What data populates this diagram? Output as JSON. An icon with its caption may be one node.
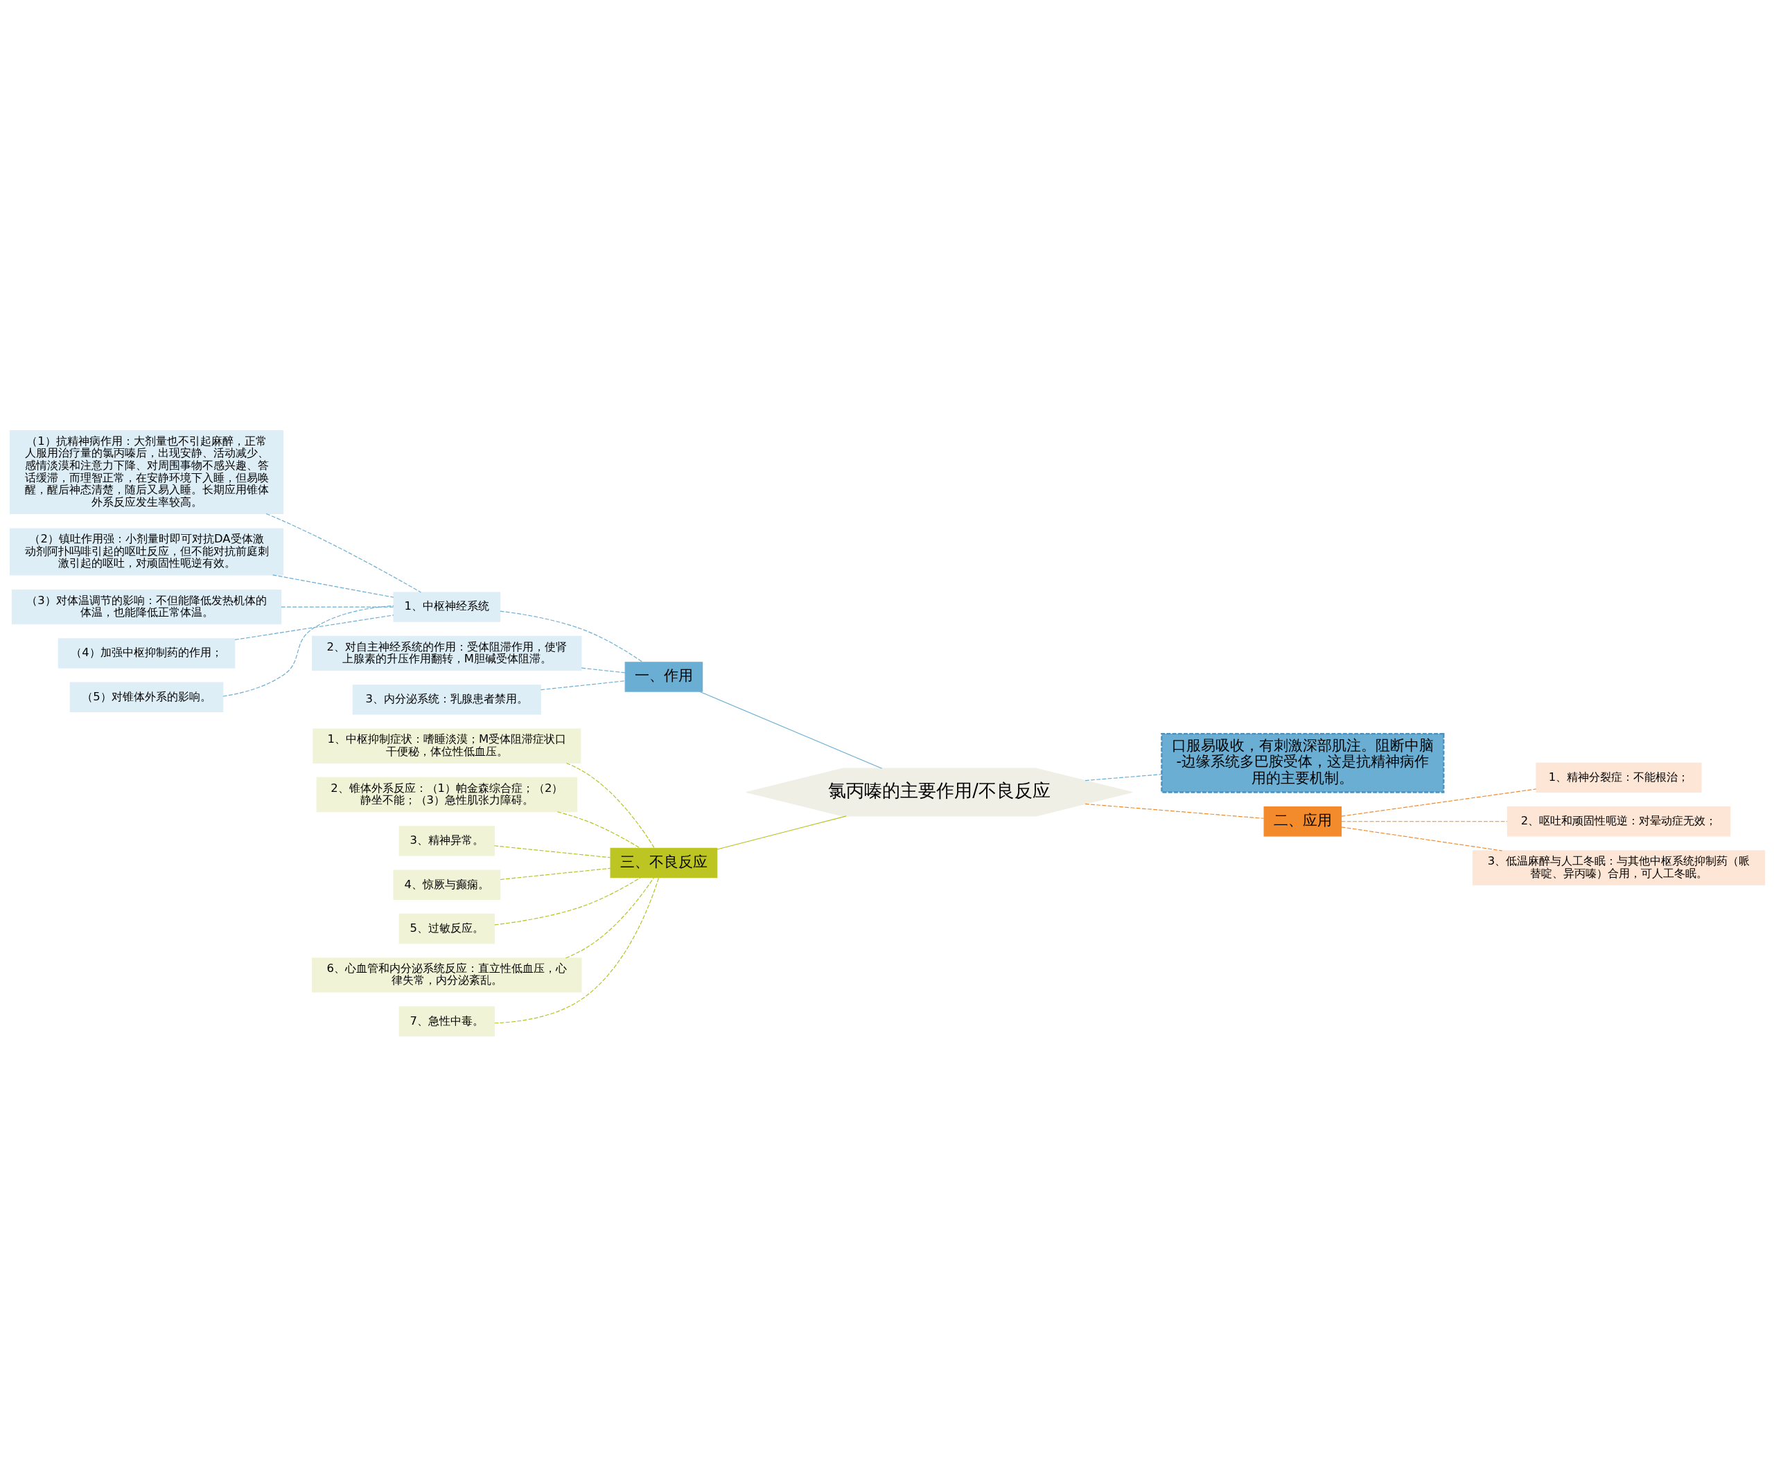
{
  "diagram": {
    "nodes": [
      {
        "text": [
          "氯丙嗪的主要作用/不良反应"
        ]
      },
      {
        "text": [
          "一、作用"
        ]
      },
      {
        "text": [
          "1、中枢神经系统"
        ]
      },
      {
        "text": [
          "（1）抗精神病作用：大剂量也不引起麻醉，正常人服用治疗量的氯丙嗪后，出现安静、活动减少、感情淡漠和注意力下降、对周围事物不感兴趣、答话缓滞，而理智正常，在安静环境下入睡，但易唤醒，醒后神态清楚，随后又易入睡。长期应用锥体外系反应发生率较高。"
        ]
      },
      {
        "text": [
          "（2）镇吐作用强：小剂量时即可对抗DA受体激动剂阿扑吗啡引起的呕吐反应，但不能对抗前庭刺激引起的呕吐，对顽固性呃逆有效。"
        ]
      },
      {
        "text": [
          "（3）对体温调节的影响：不但能降低发热机体的体温，也能降低正常体温。"
        ]
      },
      {
        "text": [
          "（4）加强中枢抑制药的作用；"
        ]
      },
      {
        "text": [
          "（5）对锥体外系的影响。"
        ]
      },
      {
        "text": [
          "2、对自主神经系统的作用：受体阻滞作用，使肾上腺素的升压作用翻转，M胆碱受体阻滞。"
        ]
      },
      {
        "text": [
          "3、内分泌系统：乳腺患者禁用。"
        ]
      },
      {
        "text": [
          "三、不良反应"
        ]
      },
      {
        "text": [
          "1、中枢抑制症状：嗜睡淡漠；M受体阻滞症状口干便秘，体位性低血压。"
        ]
      },
      {
        "text": [
          "2、锥体外系反应：（1）帕金森综合症；（2）静坐不能；（3）急性肌张力障碍。"
        ]
      },
      {
        "text": [
          "3、精神异常。"
        ]
      },
      {
        "text": [
          "4、惊厥与癫痫。"
        ]
      },
      {
        "text": [
          "5、过敏反应。"
        ]
      },
      {
        "text": [
          "6、心血管和内分泌系统反应：直立性低血压，心律失常，内分泌紊乱。"
        ]
      },
      {
        "text": [
          "7、急性中毒。"
        ]
      },
      {
        "text": [
          "口服易吸收，有刺激深部肌注。阻断中脑-边缘系统多巴胺受体，这是抗精神病作用的主要机制。"
        ]
      },
      {
        "text": [
          "二、应用"
        ]
      },
      {
        "text": [
          "1、精神分裂症：不能根治；"
        ]
      },
      {
        "text": [
          "2、呕吐和顽固性呃逆：对晕动症无效；"
        ]
      },
      {
        "text": [
          "3、低温麻醉与人工冬眠：与其他中枢系统抑制药（哌替啶、异丙嗪）合用，可人工冬眠。"
        ]
      }
    ],
    "edges": [
      {
        "from": 0,
        "to": 1,
        "arrow": "none",
        "color": "#6aaed3"
      },
      {
        "from": 1,
        "to": 2,
        "arrow": "none",
        "style": "dashed",
        "color": "#6aaed3"
      },
      {
        "from": 2,
        "to": 3,
        "arrow": "none",
        "style": "dashed",
        "color": "#6aaed3"
      },
      {
        "from": 2,
        "to": 4,
        "arrow": "none",
        "style": "dashed",
        "color": "#6aaed3"
      },
      {
        "from": 2,
        "to": 5,
        "arrow": "none",
        "style": "dashed",
        "color": "#6aaed3"
      },
      {
        "from": 2,
        "to": 6,
        "arrow": "none",
        "style": "dashed",
        "color": "#6aaed3"
      },
      {
        "from": 2,
        "to": 7,
        "arrow": "none",
        "style": "dashed",
        "color": "#6aaed3"
      },
      {
        "from": 1,
        "to": 8,
        "arrow": "none",
        "style": "dashed",
        "color": "#6aaed3"
      },
      {
        "from": 1,
        "to": 9,
        "arrow": "none",
        "style": "dashed",
        "color": "#6aaed3"
      },
      {
        "from": 0,
        "to": 10,
        "arrow": "none",
        "color": "#b5c21f"
      },
      {
        "from": 10,
        "to": 11,
        "arrow": "none",
        "style": "dashed",
        "color": "#b5c21f"
      },
      {
        "from": 10,
        "to": 12,
        "arrow": "none",
        "style": "dashed",
        "color": "#b5c21f"
      },
      {
        "from": 10,
        "to": 13,
        "arrow": "none",
        "style": "dashed",
        "color": "#b5c21f"
      },
      {
        "from": 10,
        "to": 14,
        "arrow": "none",
        "style": "dashed",
        "color": "#b5c21f"
      },
      {
        "from": 10,
        "to": 15,
        "arrow": "none",
        "style": "dashed",
        "color": "#b5c21f"
      },
      {
        "from": 10,
        "to": 16,
        "arrow": "none",
        "style": "dashed",
        "color": "#b5c21f"
      },
      {
        "from": 10,
        "to": 17,
        "arrow": "none",
        "style": "dashed",
        "color": "#b5c21f"
      },
      {
        "from": 0,
        "to": 18,
        "arrow": "none",
        "style": "dashed",
        "color": "#6aaed3"
      },
      {
        "from": 0,
        "to": 19,
        "arrow": "none",
        "style": "dashed",
        "color": "#f08a2a"
      },
      {
        "from": 19,
        "to": 20,
        "arrow": "none",
        "style": "dashed",
        "color": "#f08a2a"
      },
      {
        "from": 19,
        "to": 21,
        "arrow": "none",
        "style": "dashed",
        "color": "#f08a2a"
      },
      {
        "from": 19,
        "to": 22,
        "arrow": "none",
        "style": "dashed",
        "color": "#f08a2a"
      }
    ]
  }
}
